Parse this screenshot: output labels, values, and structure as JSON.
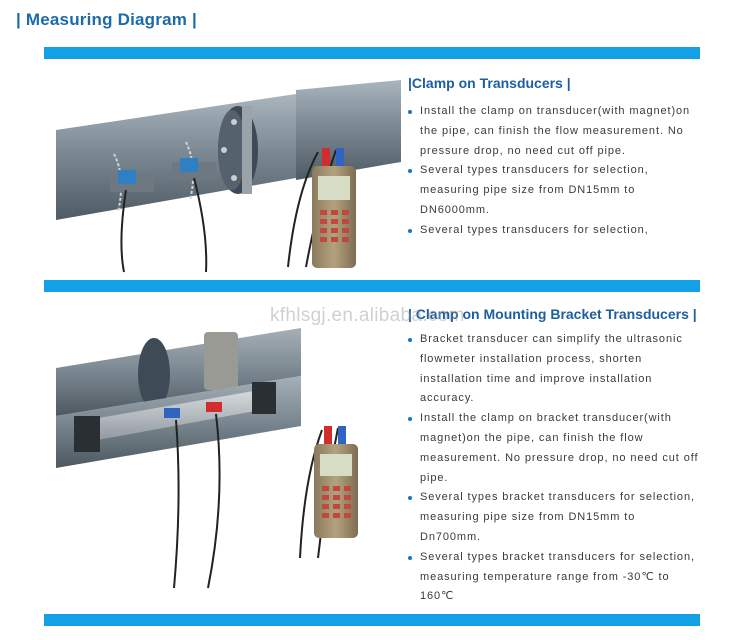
{
  "header": {
    "title": "| Measuring Diagram |"
  },
  "section1": {
    "title": "|Clamp on Transducers |",
    "bullets": [
      "Install the clamp on transducer(with magnet)on the pipe, can finish the flow measurement. No pressure drop, no need cut off pipe.",
      "Several types transducers for selection, measuring pipe size from DN15mm to DN6000mm.",
      "Several types transducers for selection,"
    ]
  },
  "section2": {
    "title": "| Clamp on Mounting Bracket Transducers |",
    "bullets": [
      "Bracket transducer can simplify the ultrasonic flowmeter installation process, shorten installation time and improve installation accuracy.",
      "Install the clamp on bracket transducer(with magnet)on the pipe, can finish the flow measurement. No pressure drop, no need cut off pipe.",
      "Several types bracket transducers for selection, measuring pipe size from DN15mm to Dn700mm.",
      "Several types bracket transducers for selection, measuring temperature range from -30℃  to 160℃"
    ]
  },
  "watermark": "kfhlsgj.en.alibaba.com",
  "colors": {
    "band": "#12a1e6",
    "title": "#1c6aa8",
    "bullet": "#1a77bf"
  }
}
